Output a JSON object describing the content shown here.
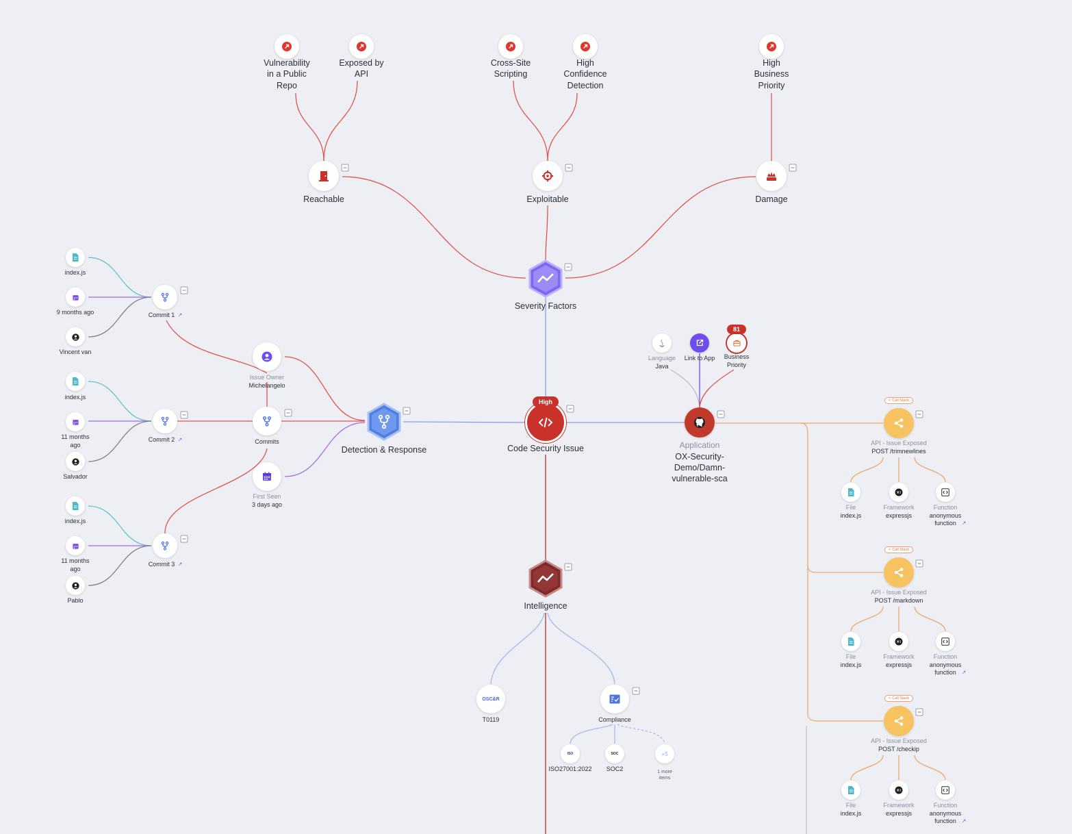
{
  "severity": {
    "reachable": {
      "label": "Reachable",
      "factors": [
        {
          "lines": [
            "Vulnerability",
            "in a Public",
            "Repo"
          ]
        },
        {
          "lines": [
            "Exposed by",
            "API"
          ]
        }
      ]
    },
    "exploitable": {
      "label": "Exploitable",
      "factors": [
        {
          "lines": [
            "Cross-Site",
            "Scripting"
          ]
        },
        {
          "lines": [
            "High",
            "Confidence",
            "Detection"
          ]
        }
      ]
    },
    "damage": {
      "label": "Damage",
      "factors": [
        {
          "lines": [
            "High",
            "Business",
            "Priority"
          ]
        }
      ]
    },
    "hub_label": "Severity Factors"
  },
  "issue": {
    "label": "Code Security Issue",
    "severity": "High"
  },
  "detection": {
    "label": "Detection & Response",
    "owner": {
      "title": "Issue Owner",
      "value": "Michelangelo"
    },
    "commits_label": "Commits",
    "first_seen": {
      "title": "First Seen",
      "value": "3 days ago"
    },
    "commits": [
      {
        "label": "Commit 1",
        "file": "index.js",
        "date": "9 months ago",
        "author": "Vincent van"
      },
      {
        "label": "Commit 2",
        "file": "index.js",
        "date_lines": [
          "11 months",
          "ago"
        ],
        "author": "Salvador"
      },
      {
        "label": "Commit 3",
        "file": "index.js",
        "date_lines": [
          "11 months",
          "ago"
        ],
        "author": "Pablo"
      }
    ]
  },
  "application": {
    "title": "Application",
    "name_lines": [
      "OX-Security-",
      "Demo/Damn-",
      "vulnerable-sca"
    ],
    "language": {
      "title": "Language",
      "value": "Java"
    },
    "link_label": "Link to App",
    "business_priority": {
      "lines": [
        "Business",
        "Priority"
      ],
      "score": "81"
    }
  },
  "apis": [
    {
      "pill": "Call Stack",
      "title": "API - Issue Exposed",
      "endpoint": "POST /trimnewlines",
      "file": {
        "title": "File",
        "value": "index.js"
      },
      "framework": {
        "title": "Framework",
        "value": "expressjs"
      },
      "function": {
        "title": "Function",
        "lines": [
          "anonymous",
          "function"
        ]
      }
    },
    {
      "pill": "Call Stack",
      "title": "API - Issue Exposed",
      "endpoint": "POST /markdown",
      "file": {
        "title": "File",
        "value": "index.js"
      },
      "framework": {
        "title": "Framework",
        "value": "expressjs"
      },
      "function": {
        "title": "Function",
        "lines": [
          "anonymous",
          "function"
        ]
      }
    },
    {
      "pill": "Call Stack",
      "title": "API - Issue Exposed",
      "endpoint": "POST /checkip",
      "file": {
        "title": "File",
        "value": "index.js"
      },
      "framework": {
        "title": "Framework",
        "value": "expressjs"
      },
      "function": {
        "title": "Function",
        "lines": [
          "anonymous",
          "function"
        ]
      }
    }
  ],
  "intelligence": {
    "label": "Intelligence",
    "oscar": {
      "logo": "OSC&R",
      "value": "T0119"
    },
    "compliance": {
      "label": "Compliance",
      "items": [
        {
          "logo": "ISO",
          "label": "ISO27001:2022"
        },
        {
          "logo": "SOC",
          "label": "SOC2"
        }
      ],
      "more": {
        "count": "+5",
        "lines": [
          "1 more",
          "items"
        ]
      }
    }
  },
  "colors": {
    "severity_edges": "#e0534a",
    "main_edges": "#8f9ce8",
    "intel_edge": "#b03028",
    "file_edges": "#63c1d4",
    "date_edges": "#9b6ee8",
    "author_edges": "#7d7f8a",
    "api_edges": "#f0a866",
    "api_node": "#f7c361",
    "compliance_edges": "#a8b6ee",
    "app_red": "#c0392b",
    "violet": "#7b4dea"
  }
}
